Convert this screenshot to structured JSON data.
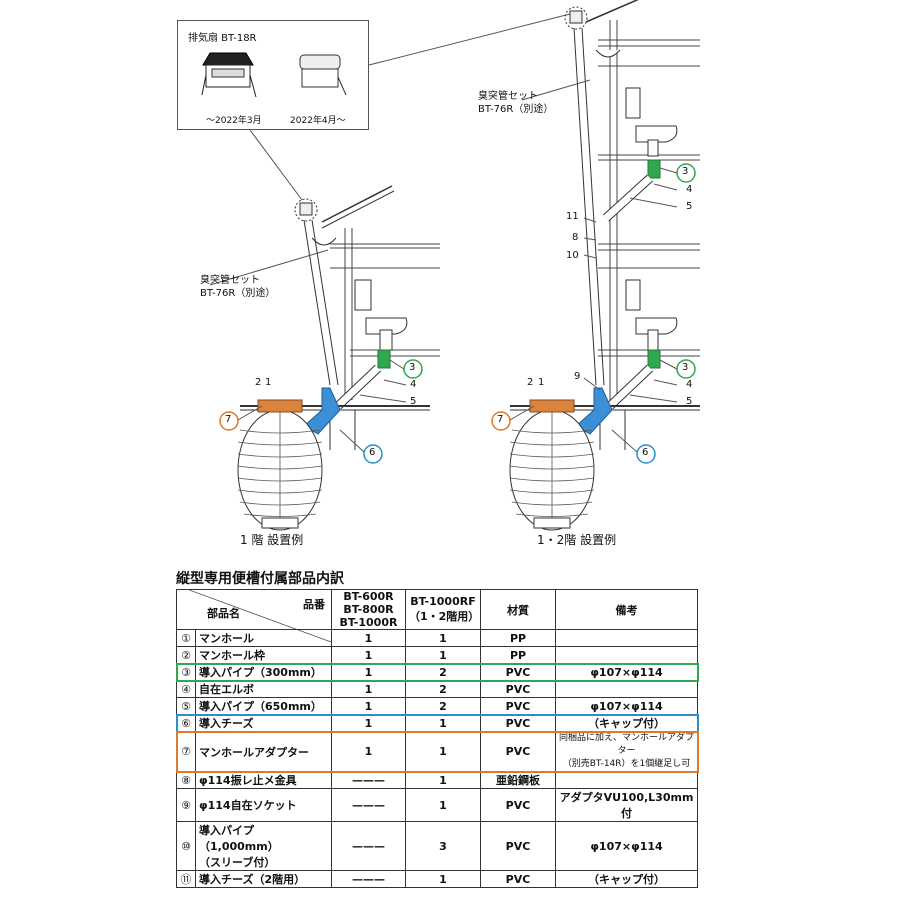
{
  "fan_box": {
    "title": "排気扇 BT-18R",
    "caption_left": "～2022年3月",
    "caption_right": "2022年4月～"
  },
  "left_drawing": {
    "pipe_label_line1": "臭突管セット",
    "pipe_label_line2": "BT-76R（別途）",
    "num_2": "2",
    "num_1": "1",
    "num_3": "3",
    "num_4": "4",
    "num_5": "5",
    "num_6": "6",
    "num_7": "7",
    "caption": "1 階 設置例"
  },
  "right_drawing": {
    "pipe_label_line1": "臭突管セット",
    "pipe_label_line2": "BT-76R（別途）",
    "num_11": "11",
    "num_8": "8",
    "num_10": "10",
    "num_9": "9",
    "num_2": "2",
    "num_1": "1",
    "num_3a": "3",
    "num_4a": "4",
    "num_5a": "5",
    "num_3b": "3",
    "num_4b": "4",
    "num_5b": "5",
    "num_6": "6",
    "num_7": "7",
    "caption": "1・2階 設置例"
  },
  "table": {
    "title": "縦型専用便槽付属部品内訳",
    "header": {
      "part_no": "品番",
      "part_name": "部品名",
      "col_a": [
        "BT-600R",
        "BT-800R",
        "BT-1000R"
      ],
      "col_b": [
        "BT-1000RF",
        "（1・2階用）"
      ],
      "material": "材質",
      "note": "備考"
    },
    "rows": [
      {
        "num": "①",
        "name": "マンホール",
        "a": "1",
        "b": "1",
        "material": "PP",
        "note": "",
        "highlight": ""
      },
      {
        "num": "②",
        "name": "マンホール枠",
        "a": "1",
        "b": "1",
        "material": "PP",
        "note": "",
        "highlight": ""
      },
      {
        "num": "③",
        "name": "導入パイプ（300mm）",
        "a": "1",
        "b": "2",
        "material": "PVC",
        "note": "φ107×φ114",
        "highlight": "green"
      },
      {
        "num": "④",
        "name": "自在エルボ",
        "a": "1",
        "b": "2",
        "material": "PVC",
        "note": "",
        "highlight": ""
      },
      {
        "num": "⑤",
        "name": "導入パイプ（650mm）",
        "a": "1",
        "b": "2",
        "material": "PVC",
        "note": "φ107×φ114",
        "highlight": ""
      },
      {
        "num": "⑥",
        "name": "導入チーズ",
        "a": "1",
        "b": "1",
        "material": "PVC",
        "note": "（キャップ付）",
        "highlight": "blue"
      },
      {
        "num": "⑦",
        "name": "マンホールアダプター",
        "a": "1",
        "b": "1",
        "material": "PVC",
        "note": "同梱品に加え、マンホールアダプター|（別売BT-14R）を1個継足し可",
        "highlight": "orange"
      },
      {
        "num": "⑧",
        "name": "φ114振レ止メ金具",
        "a": "———",
        "b": "1",
        "material": "亜鉛鋼板",
        "note": "",
        "highlight": ""
      },
      {
        "num": "⑨",
        "name": "φ114自在ソケット",
        "a": "———",
        "b": "1",
        "material": "PVC",
        "note": "アダプタVU100,L30mm付",
        "highlight": ""
      },
      {
        "num": "⑩",
        "name": "導入パイプ（1,000mm）|（スリーブ付）",
        "a": "———",
        "b": "3",
        "material": "PVC",
        "note": "φ107×φ114",
        "highlight": ""
      },
      {
        "num": "⑪",
        "name": "導入チーズ（2階用）",
        "a": "———",
        "b": "1",
        "material": "PVC",
        "note": "（キャップ付）",
        "highlight": ""
      }
    ]
  },
  "colors": {
    "green": "#2fa84f",
    "blue": "#2b8fc8",
    "orange": "#e07a2a",
    "tank_pipe": "#3a8fd6",
    "lid": "#d9833c"
  }
}
